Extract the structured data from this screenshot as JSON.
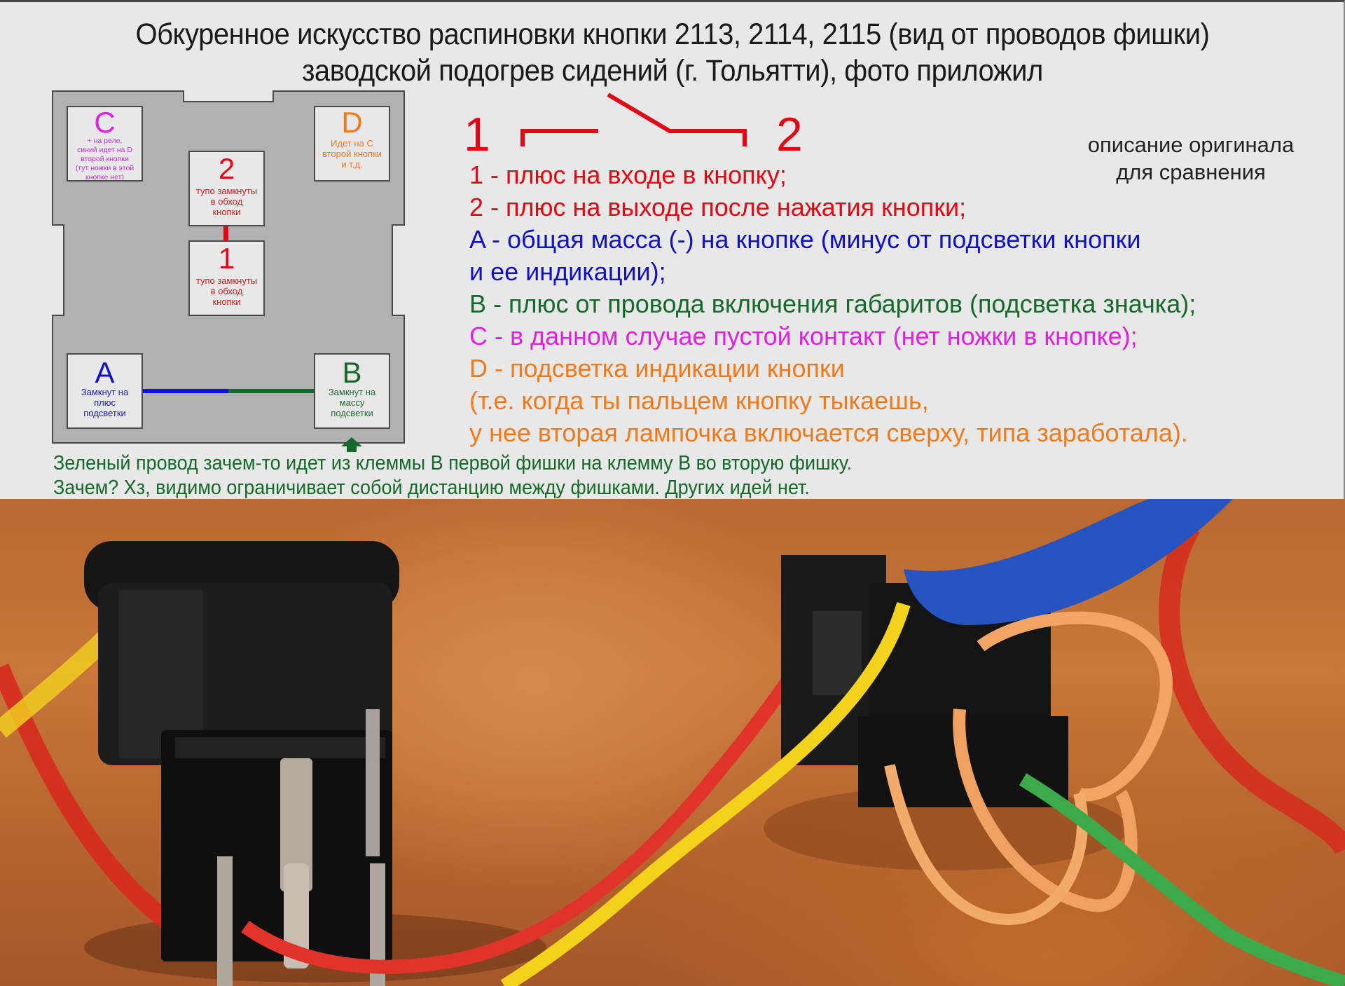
{
  "header": {
    "title_line1": "Обкуренное искусство распиновки кнопки 2113, 2114, 2115 (вид от проводов фишки)",
    "title_line2": "заводской подогрев сидений (г. Тольятти), фото приложил"
  },
  "connector_diagram": {
    "pins": [
      {
        "id": "C",
        "letter": "C",
        "color": "#e020e0",
        "note_lines": [
          "+ на реле,",
          "синий идет на D",
          "второй кнопки",
          "(тут ножки в этой",
          "кнопке нет)"
        ]
      },
      {
        "id": "D",
        "letter": "D",
        "color": "#f07a1a",
        "note_lines": [
          "Идет на С",
          "второй кнопки",
          "и т.д."
        ]
      },
      {
        "id": "2",
        "letter": "2",
        "color": "#e30613",
        "note_lines": [
          "тупо замкнуты",
          "в обход",
          "кнопки"
        ]
      },
      {
        "id": "1",
        "letter": "1",
        "color": "#e30613",
        "note_lines": [
          "тупо замкнуты",
          "в обход",
          "кнопки"
        ]
      },
      {
        "id": "A",
        "letter": "A",
        "color": "#1010c8",
        "note_lines": [
          "Замкнут на",
          "плюс",
          "подсветки"
        ]
      },
      {
        "id": "B",
        "letter": "B",
        "color": "#16692a",
        "note_lines": [
          "Замкнут на",
          "массу",
          "подсветки"
        ]
      }
    ],
    "connections": [
      {
        "from": "2",
        "to": "1",
        "color": "#e30613"
      },
      {
        "from": "A",
        "to": "B",
        "colors": [
          "#1010e0",
          "#16692a"
        ]
      }
    ],
    "key_marker": "green-arrow-up"
  },
  "switch_symbol": {
    "left_label": "1",
    "right_label": "2",
    "color": "#e30613"
  },
  "compare_label": {
    "line1": "описание оригинала",
    "line2": "для сравнения"
  },
  "descriptions": [
    {
      "text": "1 - плюс на входе в кнопку;",
      "color": "#e30613"
    },
    {
      "text": "2 - плюс на выходе после нажатия кнопки;",
      "color": "#e30613"
    },
    {
      "text": "A - общая масса (-) на кнопке (минус от подсветки кнопки",
      "color": "#1010c8"
    },
    {
      "text": "и ее индикации);",
      "color": "#1010c8"
    },
    {
      "text": "B - плюс от провода включения габаритов (подсветка значка);",
      "color": "#16692a"
    },
    {
      "text": "C - в данном случае пустой контакт (нет ножки в кнопке);",
      "color": "#e020e0"
    },
    {
      "text": "D - подсветка индикации кнопки",
      "color": "#f07a1a"
    },
    {
      "text": "(т.е. когда ты пальцем кнопку тыкаешь,",
      "color": "#f07a1a"
    },
    {
      "text": "у нее вторая лампочка включается сверху, типа заработала).",
      "color": "#f07a1a"
    }
  ],
  "footer_note": {
    "line1": "Зеленый провод зачем-то идет из клеммы В первой фишки на клемму В во вторую фишку.",
    "line2": "Зачем? Хз, видимо ограничивает собой дистанцию между фишками. Других идей нет.",
    "color": "#16692a"
  },
  "photo": {
    "subject": "two car button connectors with yellow, red, blue, orange and green wires on a wooden surface",
    "wire_colors": [
      "#f2d21b",
      "#e0302a",
      "#2456c8",
      "#f0a060",
      "#3caa4a"
    ]
  }
}
